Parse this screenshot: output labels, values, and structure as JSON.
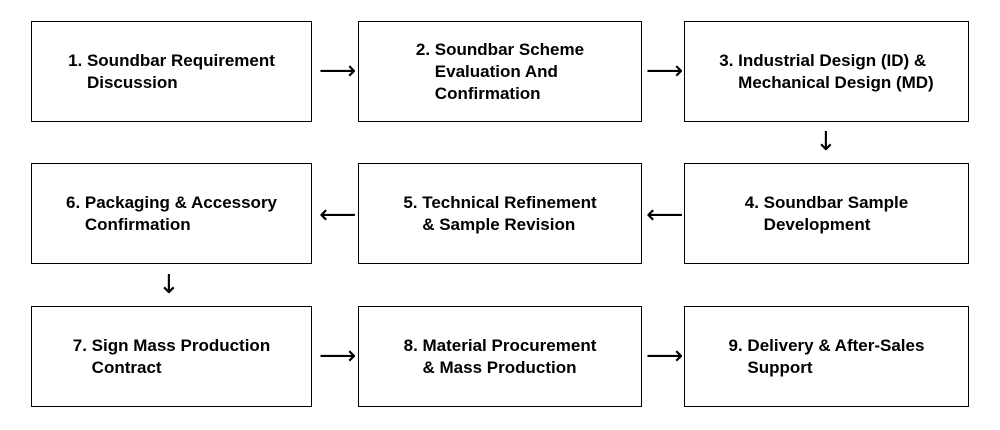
{
  "steps": [
    "1. Soundbar Requirement\n    Discussion",
    "2. Soundbar Scheme\n    Evaluation And\n    Confirmation",
    "3. Industrial Design (ID) &\n    Mechanical Design (MD)",
    "4. Soundbar Sample\n    Development",
    "5. Technical Refinement\n    & Sample Revision",
    "6. Packaging & Accessory\n    Confirmation",
    "7. Sign Mass Production\n    Contract",
    "8. Material Procurement\n    & Mass Production",
    "9. Delivery & After-Sales\n    Support"
  ],
  "arrows": {
    "right": "⟶",
    "left": "⟵",
    "down": "↓"
  }
}
